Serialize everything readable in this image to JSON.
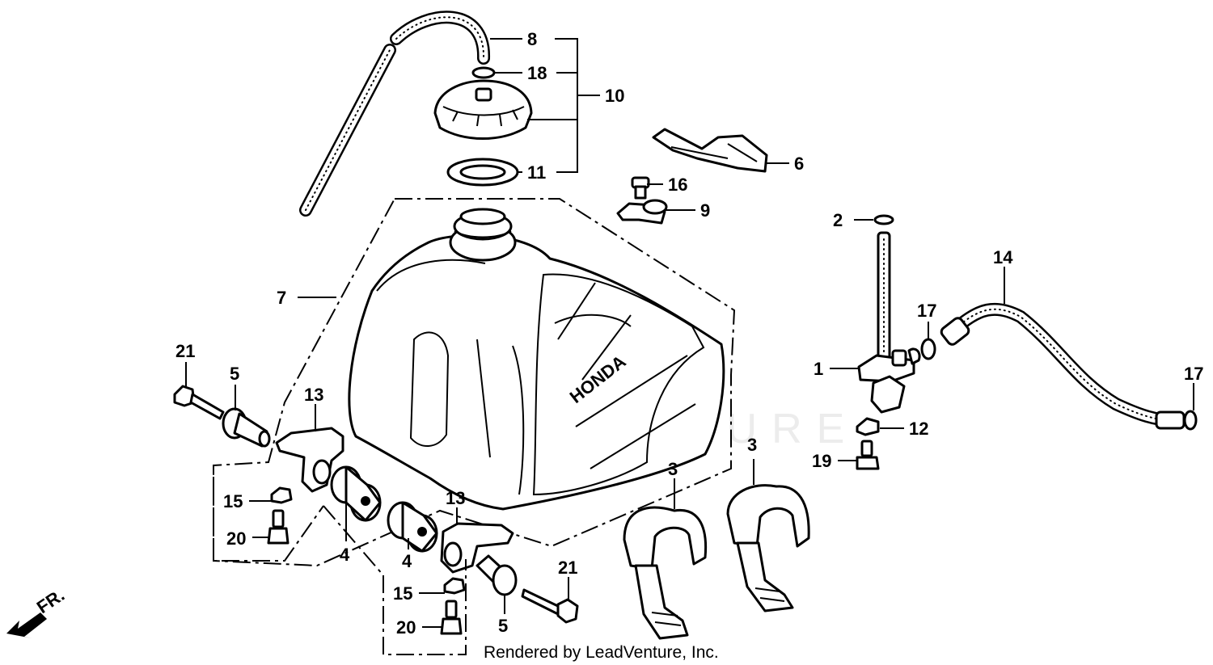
{
  "diagram": {
    "watermark": "LEADVENTURE",
    "tank_logo": "HONDA",
    "direction_label": "FR.",
    "footer": "Rendered by LeadVenture, Inc.",
    "callouts": [
      {
        "id": "c8",
        "text": "8"
      },
      {
        "id": "c18",
        "text": "18"
      },
      {
        "id": "c10",
        "text": "10"
      },
      {
        "id": "c11",
        "text": "11"
      },
      {
        "id": "c6",
        "text": "6"
      },
      {
        "id": "c16",
        "text": "16"
      },
      {
        "id": "c9",
        "text": "9"
      },
      {
        "id": "c2",
        "text": "2"
      },
      {
        "id": "c14",
        "text": "14"
      },
      {
        "id": "c7",
        "text": "7"
      },
      {
        "id": "c17a",
        "text": "17"
      },
      {
        "id": "c1",
        "text": "1"
      },
      {
        "id": "c17b",
        "text": "17"
      },
      {
        "id": "c21a",
        "text": "21"
      },
      {
        "id": "c5a",
        "text": "5"
      },
      {
        "id": "c13a",
        "text": "13"
      },
      {
        "id": "c12",
        "text": "12"
      },
      {
        "id": "c19",
        "text": "19"
      },
      {
        "id": "c3a",
        "text": "3"
      },
      {
        "id": "c3b",
        "text": "3"
      },
      {
        "id": "c15a",
        "text": "15"
      },
      {
        "id": "c20a",
        "text": "20"
      },
      {
        "id": "c4a",
        "text": "4"
      },
      {
        "id": "c13b",
        "text": "13"
      },
      {
        "id": "c4b",
        "text": "4"
      },
      {
        "id": "c21b",
        "text": "21"
      },
      {
        "id": "c15b",
        "text": "15"
      },
      {
        "id": "c20b",
        "text": "20"
      },
      {
        "id": "c5b",
        "text": "5"
      }
    ]
  }
}
